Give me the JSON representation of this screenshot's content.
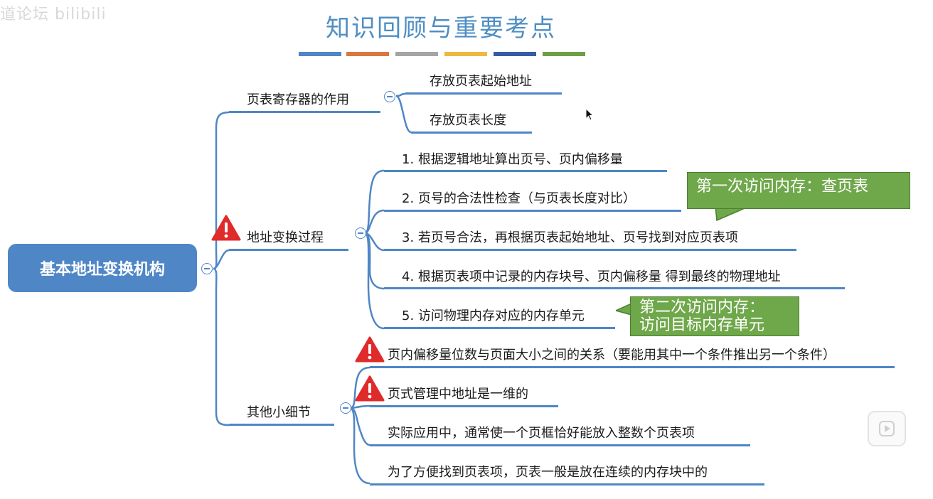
{
  "watermark": "道论坛 bilibili",
  "title": "知识回顾与重要考点",
  "color_bars": [
    "#4f86c6",
    "#d9793f",
    "#a5a5a5",
    "#f0b840",
    "#3a5ba8",
    "#6e9f45"
  ],
  "root": {
    "label": "基本地址变换机构",
    "color": "#4f86c6"
  },
  "branches": [
    {
      "label": "页表寄存器的作用",
      "children": [
        "存放页表起始地址",
        "存放页表长度"
      ]
    },
    {
      "label": "地址变换过程",
      "children": [
        "1. 根据逻辑地址算出页号、页内偏移量",
        "2. 页号的合法性检查（与页表长度对比）",
        "3. 若页号合法，再根据页表起始地址、页号找到对应页表项",
        "4. 根据页表项中记录的内存块号、页内偏移量 得到最终的物理地址",
        "5. 访问物理内存对应的内存单元"
      ]
    },
    {
      "label": "其他小细节",
      "children": [
        "页内偏移量位数与页面大小之间的关系（要能用其中一个条件推出另一个条件）",
        "页式管理中地址是一维的",
        "实际应用中，通常使一个页框恰好能放入整数个页表项",
        "为了方便找到页表项，页表一般是放在连续的内存块中的"
      ]
    }
  ],
  "callouts": [
    {
      "text": "第一次访问内存：查页表"
    },
    {
      "line1": "第二次访问内存：",
      "line2": "访问目标内存单元"
    }
  ],
  "colors": {
    "line": "#4f86c6",
    "callout": "#6fa84a",
    "warning": "#e02b2b",
    "title": "#4f8ec4"
  }
}
